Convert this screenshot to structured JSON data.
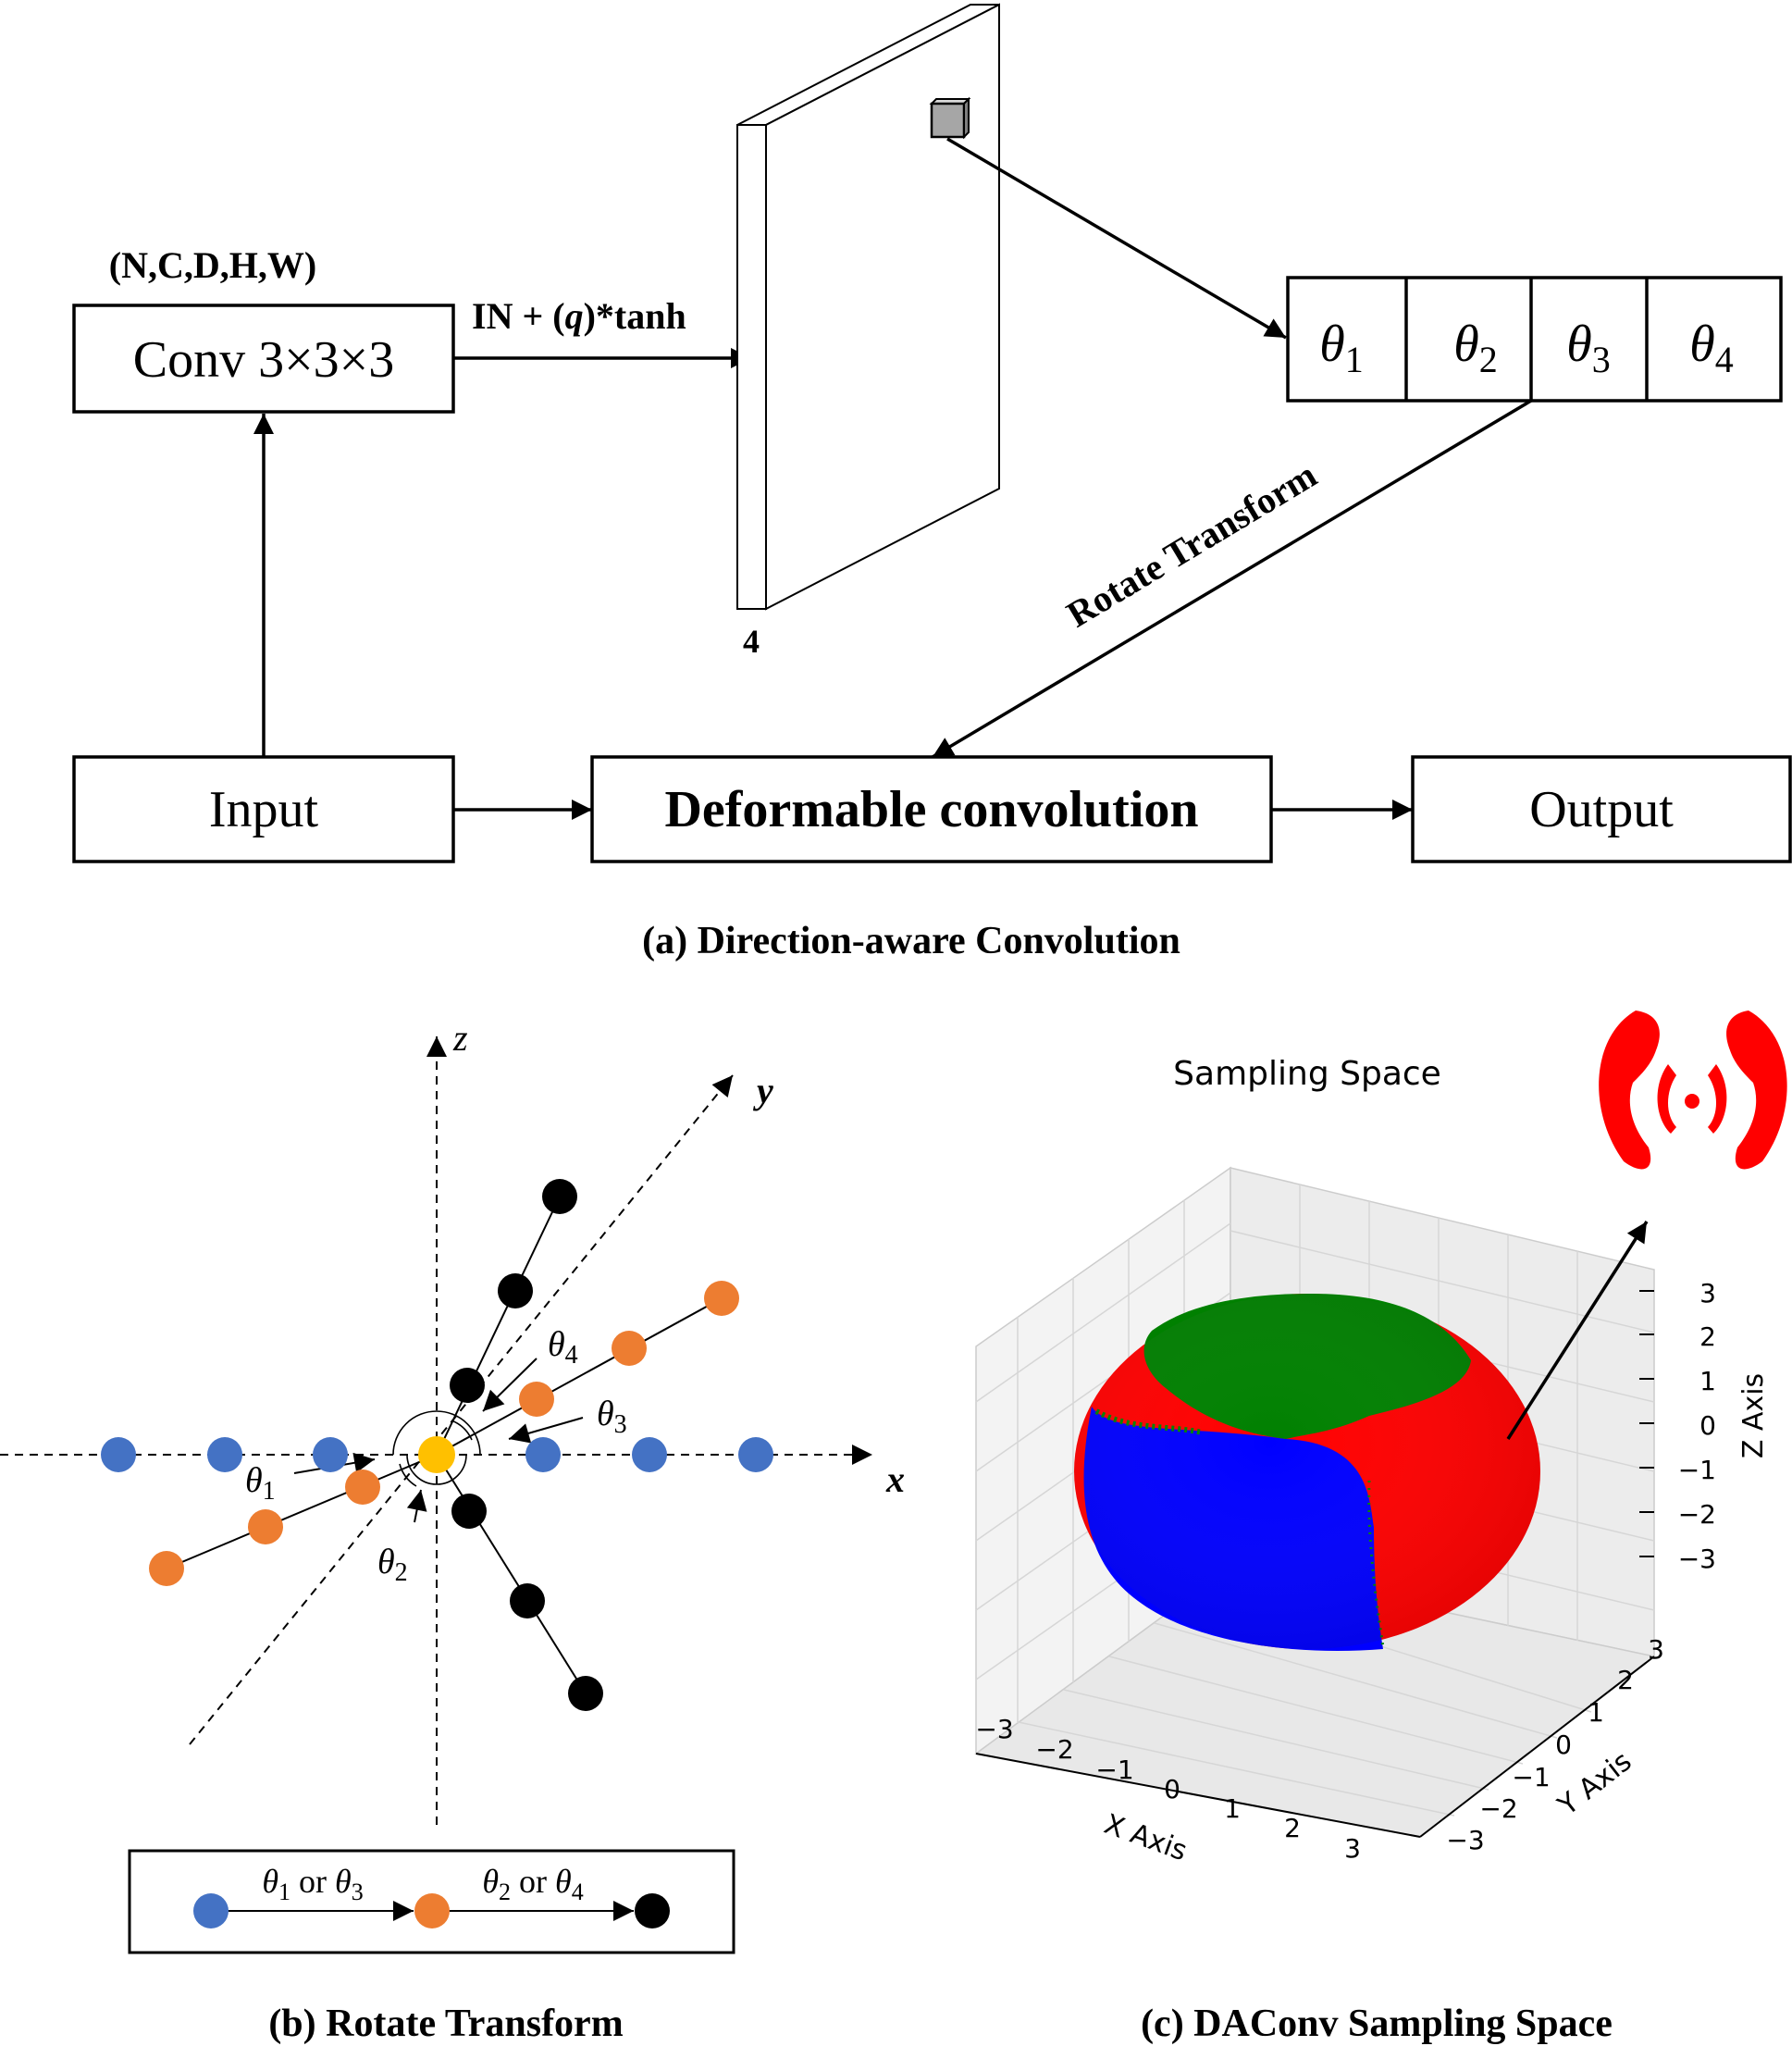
{
  "panel_a": {
    "shape_label": "(N,C,D,H,W)",
    "conv_label": "Conv 3×3×3",
    "norm_label_1": "IN + (",
    "norm_label_q": "q",
    "norm_label_2": ")*tanh",
    "plane_depth": "4",
    "theta_cells": [
      {
        "sym": "θ",
        "sub": "1"
      },
      {
        "sym": "θ",
        "sub": "2"
      },
      {
        "sym": "θ",
        "sub": "3"
      },
      {
        "sym": "θ",
        "sub": "4"
      }
    ],
    "rotate_label": "Rotate Transform",
    "input_label": "Input",
    "deform_label": "Deformable convolution",
    "output_label": "Output",
    "caption": "(a) Direction-aware Convolution"
  },
  "panel_b": {
    "axes": {
      "x": "x",
      "y": "y",
      "z": "z"
    },
    "angles": [
      {
        "sym": "θ",
        "sub": "1"
      },
      {
        "sym": "θ",
        "sub": "2"
      },
      {
        "sym": "θ",
        "sub": "3"
      },
      {
        "sym": "θ",
        "sub": "4"
      }
    ],
    "legend": {
      "step1": {
        "a": "1",
        "or": " or ",
        "b": "3"
      },
      "step2": {
        "a": "2",
        "or": " or ",
        "b": "4"
      },
      "theta": "θ"
    },
    "colors": {
      "blue": "#4472c4",
      "orange": "#ed7d31",
      "black": "#000000",
      "center": "#ffc000"
    },
    "caption": "(b) Rotate Transform"
  },
  "panel_c": {
    "title": "Sampling Space",
    "x_axis_label": "X Axis",
    "y_axis_label": "Y Axis",
    "z_axis_label": "Z Axis",
    "x_ticks": [
      "−3",
      "−2",
      "−1",
      "0",
      "1",
      "2",
      "3"
    ],
    "y_ticks": [
      "−3",
      "−2",
      "−1",
      "0",
      "1",
      "2",
      "3"
    ],
    "z_ticks": [
      "3",
      "2",
      "1",
      "0",
      "−1",
      "−2",
      "−3"
    ],
    "colors": {
      "red": "#ff0000",
      "green": "#008000",
      "blue": "#0000ff"
    },
    "caption": "(c) DAConv Sampling Space"
  }
}
